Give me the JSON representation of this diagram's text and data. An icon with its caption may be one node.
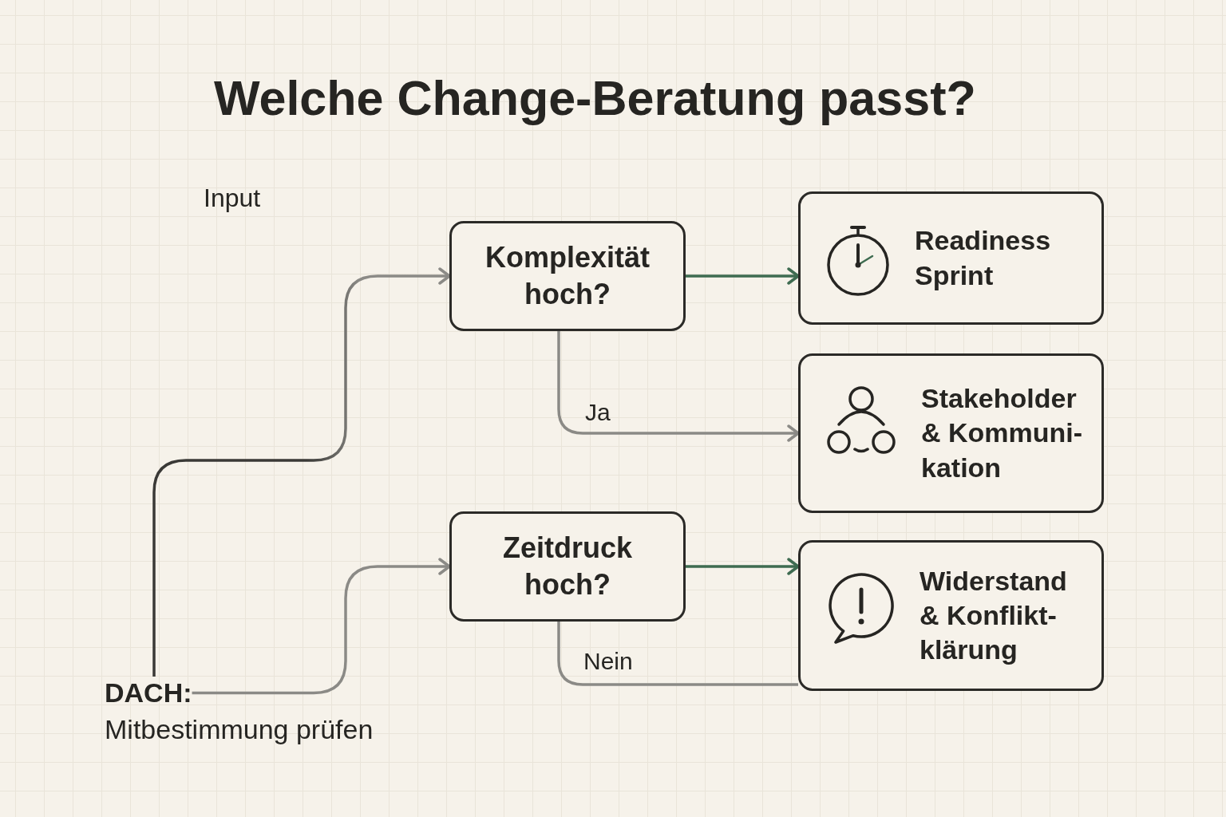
{
  "diagram": {
    "title": "Welche Change-Beratung passt?",
    "nodes": [
      {
        "text": [
          "Komplexität hoch?"
        ]
      },
      {
        "text": [
          "Readiness Sprint"
        ]
      },
      {
        "text": [
          "Stakeholder & Kommuni- kation"
        ]
      },
      {
        "text": [
          "Zeitdruck hoch?"
        ]
      },
      {
        "text": [
          "Widerstand & Konflikt- klärung"
        ]
      },
      {
        "text": [
          "DACH:"
        ],
        "beside": [
          "Mitbestimmung prüfen"
        ]
      }
    ],
    "edges": [
      {
        "from": 5,
        "to": 0,
        "arrow": "to"
      },
      {
        "from": 5,
        "to": 3,
        "arrow": "to"
      },
      {
        "from": 0,
        "to": 1,
        "arrow": "to",
        "color": "#3e6b50"
      },
      {
        "from": 0,
        "to": 2,
        "arrow": "to",
        "label": "Ja"
      },
      {
        "from": 3,
        "to": 4,
        "arrow": "to",
        "color": "#3e6b50"
      },
      {
        "from": 3,
        "to": 4,
        "arrow": "none",
        "label": "Nein"
      }
    ],
    "labels": [
      "Input"
    ]
  }
}
